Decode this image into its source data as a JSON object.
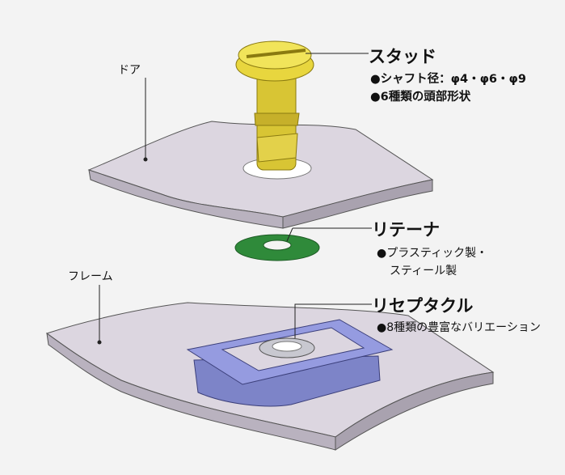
{
  "labels": {
    "door": "ドア",
    "frame": "フレーム"
  },
  "parts": {
    "stud": {
      "title": "スタッド",
      "bullets": [
        "●シャフト径：φ4・φ6・φ9",
        "●6種類の頭部形状"
      ]
    },
    "retainer": {
      "title": "リテーナ",
      "bullets": [
        "●プラスティック製・",
        "スティール製"
      ]
    },
    "receptacle": {
      "title": "リセプタクル",
      "bullets": [
        "●8種類の豊富なバリエーション"
      ]
    }
  },
  "colors": {
    "plate": "#d9d3dd",
    "stud": "#e5d33a",
    "retainer": "#2f8a3a",
    "receptacle": "#8f96d8"
  }
}
